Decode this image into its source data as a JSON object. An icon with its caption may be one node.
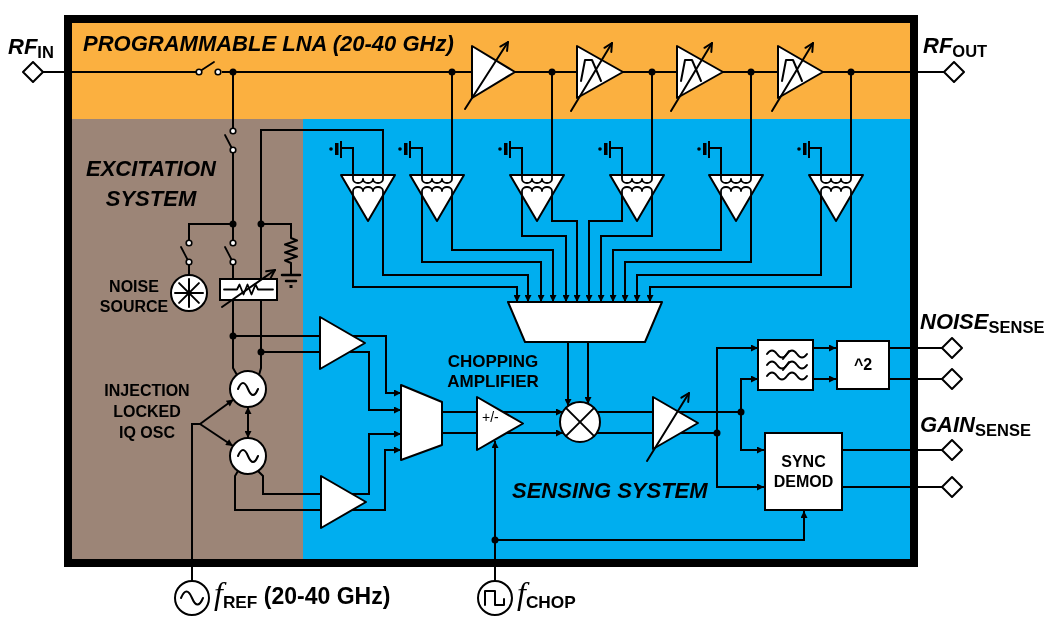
{
  "diagram": {
    "nodes": [
      {
        "text": [],
        "shape": "box"
      },
      {
        "text": [
          "PROGRAMMABLE LNA (20-40 GHz)"
        ],
        "in": 0
      },
      {
        "text": [
          "EXCITATION SYSTEM"
        ],
        "in": 0
      },
      {
        "text": [
          "SENSING SYSTEM"
        ],
        "in": 0
      },
      {
        "text": [
          "RF$_{IN}$"
        ]
      },
      {
        "text": [],
        "shape": "switch",
        "in": 1
      },
      {
        "text": [],
        "shape": "triangle",
        "in": 1
      },
      {
        "text": [],
        "shape": "triangle",
        "in": 1
      },
      {
        "text": [],
        "shape": "triangle",
        "in": 1
      },
      {
        "text": [],
        "shape": "triangle",
        "in": 1
      },
      {
        "text": [
          "RF$_{OUT}$"
        ]
      },
      {
        "text": [],
        "shape": "switch",
        "in": 2
      },
      {
        "text": [],
        "shape": "switch",
        "in": 2
      },
      {
        "text": [],
        "shape": "switch",
        "in": 2
      },
      {
        "text": [],
        "shape": "resistor",
        "in": 2
      },
      {
        "text": [],
        "shape": "circle",
        "in": 2,
        "beside": [
          "NOISE SOURCE"
        ]
      },
      {
        "text": [],
        "shape": "box",
        "in": 2
      },
      {
        "text": [],
        "shape": "circle",
        "in": 2
      },
      {
        "text": [],
        "shape": "circle",
        "in": 2
      },
      {
        "text": [],
        "shape": "triangle",
        "in": 3
      },
      {
        "text": [],
        "shape": "triangle",
        "in": 3
      },
      {
        "text": [],
        "shape": "triangle",
        "in": 3
      },
      {
        "text": [],
        "shape": "triangle",
        "in": 3
      },
      {
        "text": [],
        "shape": "triangle",
        "in": 3
      },
      {
        "text": [],
        "shape": "triangle",
        "in": 3
      },
      {
        "text": [],
        "shape": "trapezoid",
        "in": 3
      },
      {
        "text": [],
        "shape": "triangle",
        "in": 3
      },
      {
        "text": [],
        "shape": "triangle",
        "in": 3
      },
      {
        "text": [],
        "shape": "trapezoid",
        "in": 3
      },
      {
        "text": [
          "+/-"
        ],
        "in": 3,
        "beside": [
          "CHOPPING AMPLIFIER"
        ]
      },
      {
        "text": [],
        "shape": "circle",
        "in": 3
      },
      {
        "text": [],
        "shape": "triangle",
        "in": 3
      },
      {
        "text": [],
        "shape": "box",
        "in": 3
      },
      {
        "text": [
          "^2"
        ],
        "in": 3
      },
      {
        "text": [
          "SYNC DEMOD"
        ],
        "in": 3
      },
      {
        "text": [
          "NOISE$_{SENSE}$"
        ]
      },
      {
        "text": [],
        "shape": "diamond"
      },
      {
        "text": [
          "GAIN$_{SENSE}$"
        ]
      },
      {
        "text": [],
        "shape": "diamond"
      },
      {
        "text": [
          "*f*$_{REF}$ (20-40 GHz)"
        ]
      },
      {
        "text": [
          "*f*$_{CHOP}$"
        ]
      }
    ],
    "edges": [
      {
        "from": 4,
        "to": 5,
        "arrow": "none"
      },
      {
        "from": 5,
        "to": 6,
        "arrow": "none"
      },
      {
        "from": 5,
        "to": 11,
        "arrow": "none"
      },
      {
        "from": 5,
        "to": 20,
        "arrow": "none"
      },
      {
        "from": 6,
        "to": 7,
        "arrow": "none"
      },
      {
        "from": 6,
        "to": 21,
        "arrow": "none"
      },
      {
        "from": 7,
        "to": 8,
        "arrow": "none"
      },
      {
        "from": 7,
        "to": 22,
        "arrow": "none"
      },
      {
        "from": 8,
        "to": 9,
        "arrow": "none"
      },
      {
        "from": 8,
        "to": 23,
        "arrow": "none"
      },
      {
        "from": 9,
        "to": 10,
        "arrow": "none"
      },
      {
        "from": 9,
        "to": 24,
        "arrow": "none"
      },
      {
        "from": 11,
        "to": 12,
        "arrow": "none"
      },
      {
        "from": 11,
        "to": 13,
        "arrow": "none"
      },
      {
        "from": 12,
        "to": 15,
        "arrow": "none"
      },
      {
        "from": 13,
        "to": 16,
        "arrow": "none"
      },
      {
        "from": 17,
        "to": 16,
        "arrow": "none"
      },
      {
        "from": 17,
        "to": 26,
        "arrow": "none"
      },
      {
        "from": 17,
        "to": 16,
        "arrow": "none"
      },
      {
        "from": 17,
        "to": 26,
        "arrow": "none"
      },
      {
        "from": 16,
        "to": 19,
        "arrow": "none"
      },
      {
        "from": 16,
        "to": 14,
        "arrow": "none"
      },
      {
        "from": 17,
        "to": 18,
        "arrow": "both"
      },
      {
        "from": 39,
        "to": 17,
        "arrow": "to"
      },
      {
        "from": 39,
        "to": 18,
        "arrow": "to"
      },
      {
        "from": 18,
        "to": 27,
        "arrow": "none"
      },
      {
        "from": 18,
        "to": 27,
        "arrow": "none"
      },
      {
        "from": 26,
        "to": 28,
        "arrow": "to"
      },
      {
        "from": 26,
        "to": 28,
        "arrow": "to"
      },
      {
        "from": 27,
        "to": 28,
        "arrow": "to"
      },
      {
        "from": 27,
        "to": 28,
        "arrow": "to"
      },
      {
        "from": 28,
        "to": 29,
        "arrow": "none"
      },
      {
        "from": 28,
        "to": 29,
        "arrow": "none"
      },
      {
        "from": 29,
        "to": 30,
        "arrow": "to"
      },
      {
        "from": 29,
        "to": 30,
        "arrow": "to"
      },
      {
        "from": 25,
        "to": 30,
        "arrow": "to"
      },
      {
        "from": 25,
        "to": 30,
        "arrow": "to"
      },
      {
        "from": 30,
        "to": 31,
        "arrow": "none"
      },
      {
        "from": 30,
        "to": 31,
        "arrow": "none"
      },
      {
        "from": 31,
        "to": 32,
        "arrow": "to"
      },
      {
        "from": 31,
        "to": 34,
        "arrow": "to"
      },
      {
        "from": 31,
        "to": 32,
        "arrow": "to"
      },
      {
        "from": 31,
        "to": 34,
        "arrow": "to"
      },
      {
        "from": 32,
        "to": 33,
        "arrow": "to"
      },
      {
        "from": 32,
        "to": 33,
        "arrow": "to"
      },
      {
        "from": 33,
        "to": 35,
        "arrow": "none"
      },
      {
        "from": 33,
        "to": 36,
        "arrow": "none"
      },
      {
        "from": 34,
        "to": 37,
        "arrow": "none"
      },
      {
        "from": 34,
        "to": 38,
        "arrow": "none"
      },
      {
        "from": 40,
        "to": 29,
        "arrow": "to"
      },
      {
        "from": 40,
        "to": 34,
        "arrow": "to"
      },
      {
        "from": 19,
        "to": 25,
        "arrow": "to"
      },
      {
        "from": 19,
        "to": 25,
        "arrow": "to"
      },
      {
        "from": 20,
        "to": 25,
        "arrow": "to"
      },
      {
        "from": 20,
        "to": 25,
        "arrow": "to"
      },
      {
        "from": 21,
        "to": 25,
        "arrow": "to"
      },
      {
        "from": 21,
        "to": 25,
        "arrow": "to"
      },
      {
        "from": 22,
        "to": 25,
        "arrow": "to"
      },
      {
        "from": 22,
        "to": 25,
        "arrow": "to"
      },
      {
        "from": 23,
        "to": 25,
        "arrow": "to"
      },
      {
        "from": 23,
        "to": 25,
        "arrow": "to"
      },
      {
        "from": 24,
        "to": 25,
        "arrow": "to"
      },
      {
        "from": 24,
        "to": 25,
        "arrow": "to"
      }
    ],
    "labels": [
      "INJECTION LOCKED IQ OSC"
    ]
  }
}
